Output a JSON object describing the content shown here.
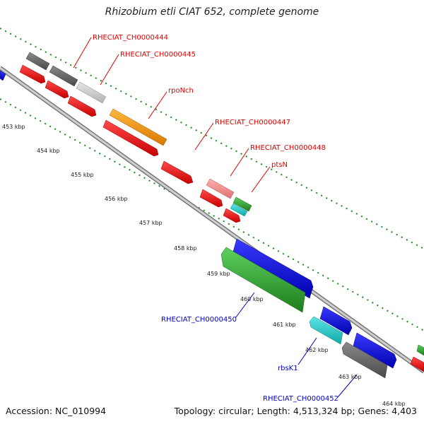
{
  "title": "Rhizobium etli CIAT 652, complete genome",
  "footer": {
    "accession": "Accession: NC_010994",
    "topology": "Topology: circular; Length: 4,513,324 bp; Genes: 4,403"
  },
  "scale_labels": [
    "453 kbp",
    "454 kbp",
    "455 kbp",
    "456 kbp",
    "457 kbp",
    "458 kbp",
    "459 kbp",
    "460 kbp",
    "461 kbp",
    "462 kbp",
    "463 kbp",
    "464 kbp"
  ],
  "gene_labels_forward": [
    "RHECIAT_CH0000444",
    "RHECIAT_CH0000445",
    "rpoNch",
    "RHECIAT_CH0000447",
    "RHECIAT_CH0000448",
    "ptsN"
  ],
  "gene_labels_reverse": [
    "RHECIAT_CH0000450",
    "rbsK1",
    "RHECIAT_CH0000452"
  ],
  "colors": {
    "forward_label": "#e00000",
    "reverse_label": "#0000c8",
    "backbone": "#8c8c8c",
    "tick": "#1a8c1a",
    "cds_red": "#ee0000",
    "gray": "#6e6e6e",
    "light_gray": "#cfcfcf",
    "orange": "#f59a00",
    "pink": "#f08c8c",
    "green": "#2fa82f",
    "cyan": "#22cccc",
    "blue": "#0b0bdc"
  }
}
